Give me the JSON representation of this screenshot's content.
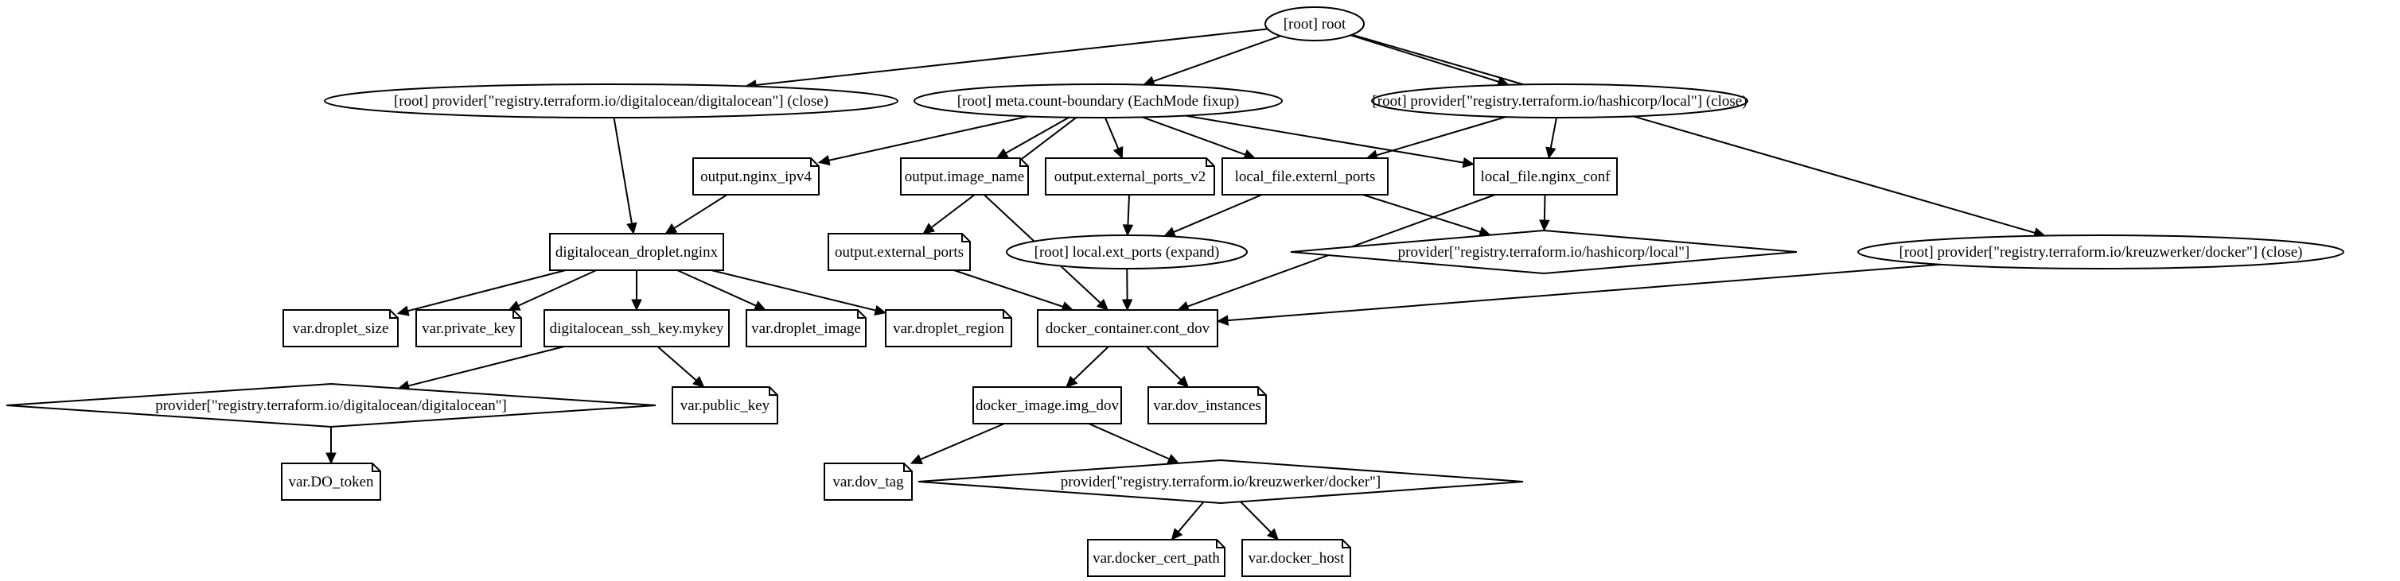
{
  "graph": {
    "nodes": [
      {
        "id": "root",
        "label": "[root] root",
        "shape": "ellipse"
      },
      {
        "id": "prov_do_close",
        "label": "[root] provider[\"registry.terraform.io/digitalocean/digitalocean\"] (close)",
        "shape": "ellipse"
      },
      {
        "id": "meta_cb",
        "label": "[root] meta.count-boundary (EachMode fixup)",
        "shape": "ellipse"
      },
      {
        "id": "prov_local_close",
        "label": "[root] provider[\"registry.terraform.io/hashicorp/local\"] (close)",
        "shape": "ellipse"
      },
      {
        "id": "prov_docker_close",
        "label": "[root] provider[\"registry.terraform.io/kreuzwerker/docker\"] (close)",
        "shape": "ellipse"
      },
      {
        "id": "out_nginx_ipv4",
        "label": "output.nginx_ipv4",
        "shape": "note"
      },
      {
        "id": "out_image_name",
        "label": "output.image_name",
        "shape": "note"
      },
      {
        "id": "out_ext_ports_v2",
        "label": "output.external_ports_v2",
        "shape": "note"
      },
      {
        "id": "lf_externl_ports",
        "label": "local_file.externl_ports",
        "shape": "box"
      },
      {
        "id": "lf_nginx_conf",
        "label": "local_file.nginx_conf",
        "shape": "box"
      },
      {
        "id": "do_droplet",
        "label": "digitalocean_droplet.nginx",
        "shape": "box"
      },
      {
        "id": "out_ext_ports",
        "label": "output.external_ports",
        "shape": "note"
      },
      {
        "id": "local_ext_ports",
        "label": "[root] local.ext_ports (expand)",
        "shape": "ellipse"
      },
      {
        "id": "prov_local",
        "label": "provider[\"registry.terraform.io/hashicorp/local\"]",
        "shape": "diamond"
      },
      {
        "id": "var_droplet_size",
        "label": "var.droplet_size",
        "shape": "note"
      },
      {
        "id": "var_private_key",
        "label": "var.private_key",
        "shape": "note"
      },
      {
        "id": "do_ssh_key",
        "label": "digitalocean_ssh_key.mykey",
        "shape": "box"
      },
      {
        "id": "var_droplet_image",
        "label": "var.droplet_image",
        "shape": "note"
      },
      {
        "id": "var_droplet_region",
        "label": "var.droplet_region",
        "shape": "note"
      },
      {
        "id": "docker_container",
        "label": "docker_container.cont_dov",
        "shape": "box"
      },
      {
        "id": "prov_do",
        "label": "provider[\"registry.terraform.io/digitalocean/digitalocean\"]",
        "shape": "diamond"
      },
      {
        "id": "var_public_key",
        "label": "var.public_key",
        "shape": "note"
      },
      {
        "id": "docker_image",
        "label": "docker_image.img_dov",
        "shape": "box"
      },
      {
        "id": "var_dov_instances",
        "label": "var.dov_instances",
        "shape": "note"
      },
      {
        "id": "var_do_token",
        "label": "var.DO_token",
        "shape": "note"
      },
      {
        "id": "var_dov_tag",
        "label": "var.dov_tag",
        "shape": "note"
      },
      {
        "id": "prov_docker",
        "label": "provider[\"registry.terraform.io/kreuzwerker/docker\"]",
        "shape": "diamond"
      },
      {
        "id": "var_docker_cert_path",
        "label": "var.docker_cert_path",
        "shape": "note"
      },
      {
        "id": "var_docker_host",
        "label": "var.docker_host",
        "shape": "note"
      }
    ],
    "edges": [
      {
        "from": "root",
        "to": "prov_do_close"
      },
      {
        "from": "root",
        "to": "meta_cb"
      },
      {
        "from": "root",
        "to": "prov_local_close"
      },
      {
        "from": "root",
        "to": "prov_docker_close"
      },
      {
        "from": "prov_do_close",
        "to": "do_droplet"
      },
      {
        "from": "meta_cb",
        "to": "out_nginx_ipv4"
      },
      {
        "from": "meta_cb",
        "to": "out_image_name"
      },
      {
        "from": "meta_cb",
        "to": "out_ext_ports_v2"
      },
      {
        "from": "meta_cb",
        "to": "lf_externl_ports"
      },
      {
        "from": "meta_cb",
        "to": "lf_nginx_conf"
      },
      {
        "from": "meta_cb",
        "to": "out_ext_ports"
      },
      {
        "from": "prov_local_close",
        "to": "lf_externl_ports"
      },
      {
        "from": "prov_local_close",
        "to": "lf_nginx_conf"
      },
      {
        "from": "prov_docker_close",
        "to": "docker_container"
      },
      {
        "from": "out_nginx_ipv4",
        "to": "do_droplet"
      },
      {
        "from": "out_image_name",
        "to": "docker_container"
      },
      {
        "from": "out_ext_ports_v2",
        "to": "local_ext_ports"
      },
      {
        "from": "lf_externl_ports",
        "to": "local_ext_ports"
      },
      {
        "from": "lf_externl_ports",
        "to": "prov_local"
      },
      {
        "from": "lf_nginx_conf",
        "to": "prov_local"
      },
      {
        "from": "lf_nginx_conf",
        "to": "docker_container"
      },
      {
        "from": "do_droplet",
        "to": "var_droplet_size"
      },
      {
        "from": "do_droplet",
        "to": "var_private_key"
      },
      {
        "from": "do_droplet",
        "to": "do_ssh_key"
      },
      {
        "from": "do_droplet",
        "to": "var_droplet_image"
      },
      {
        "from": "do_droplet",
        "to": "var_droplet_region"
      },
      {
        "from": "out_ext_ports",
        "to": "docker_container"
      },
      {
        "from": "local_ext_ports",
        "to": "docker_container"
      },
      {
        "from": "do_ssh_key",
        "to": "prov_do"
      },
      {
        "from": "do_ssh_key",
        "to": "var_public_key"
      },
      {
        "from": "docker_container",
        "to": "docker_image"
      },
      {
        "from": "docker_container",
        "to": "var_dov_instances"
      },
      {
        "from": "prov_do",
        "to": "var_do_token"
      },
      {
        "from": "docker_image",
        "to": "var_dov_tag"
      },
      {
        "from": "docker_image",
        "to": "prov_docker"
      },
      {
        "from": "prov_docker",
        "to": "var_docker_cert_path"
      },
      {
        "from": "prov_docker",
        "to": "var_docker_host"
      }
    ]
  }
}
